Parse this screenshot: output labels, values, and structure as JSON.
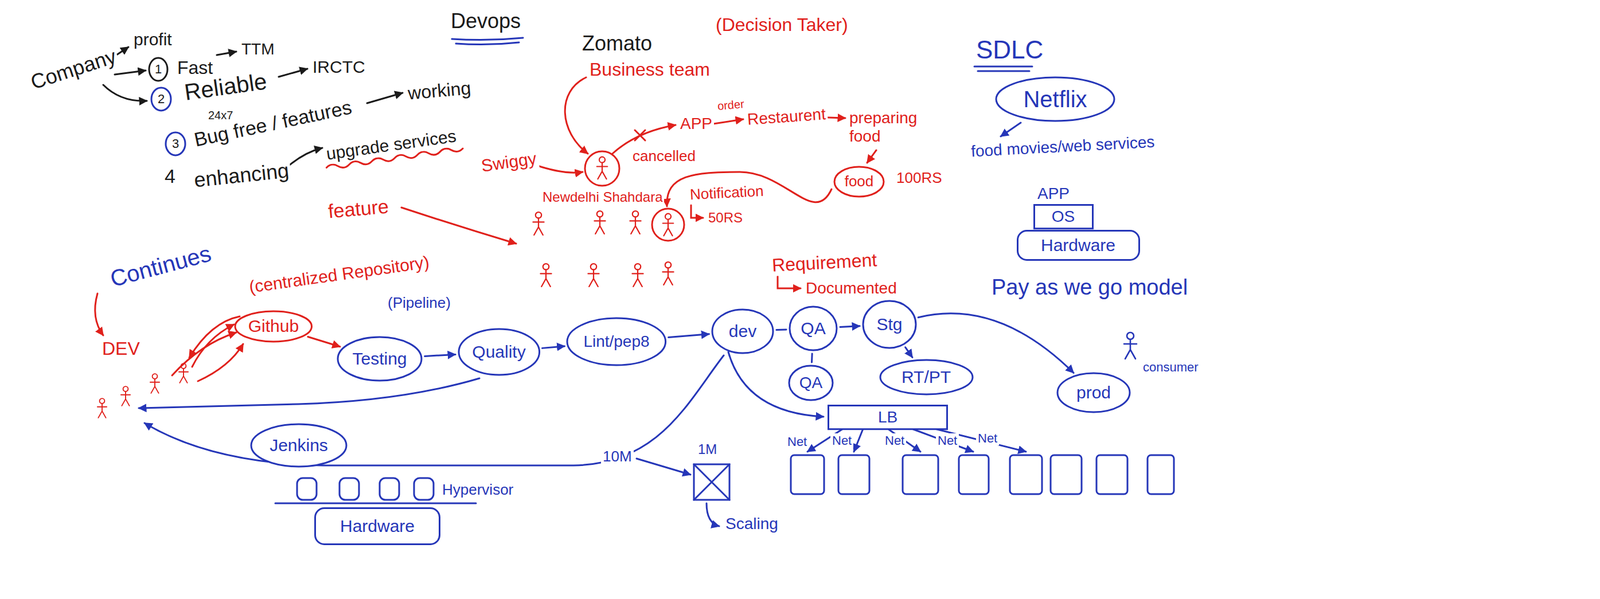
{
  "diagram": {
    "title": "Devops",
    "nodes": [
      {
        "text": [
          "1"
        ]
      },
      {
        "text": [
          "2"
        ]
      },
      {
        "text": [
          "3"
        ]
      },
      {
        "text": [
          "food"
        ]
      },
      {
        "text": [
          "Netflix"
        ]
      },
      {
        "text": [
          "OS"
        ]
      },
      {
        "text": [
          "Hardware"
        ]
      },
      {
        "text": [
          "Github"
        ]
      },
      {
        "text": [
          "Testing"
        ]
      },
      {
        "text": [
          "Quality"
        ]
      },
      {
        "text": [
          "Lint/pep8"
        ]
      },
      {
        "text": [
          "dev"
        ]
      },
      {
        "text": [
          "QA"
        ]
      },
      {
        "text": [
          "Stg"
        ]
      },
      {
        "text": [
          "QA"
        ]
      },
      {
        "text": [
          "RT/PT"
        ]
      },
      {
        "text": [
          "prod"
        ]
      },
      {
        "text": [
          "LB"
        ]
      },
      {
        "text": [
          "Jenkins"
        ]
      },
      {
        "text": [
          "Hardware"
        ]
      }
    ],
    "edges": [
      {
        "from": 7,
        "to": 8,
        "arrow": "to"
      },
      {
        "from": 8,
        "to": 9,
        "arrow": "to"
      },
      {
        "from": 9,
        "to": 10,
        "arrow": "to"
      },
      {
        "from": 10,
        "to": 11,
        "arrow": "to"
      },
      {
        "from": 11,
        "to": 12,
        "arrow": "none"
      },
      {
        "from": 12,
        "to": 13,
        "arrow": "to"
      },
      {
        "from": 12,
        "to": 14,
        "arrow": "none"
      },
      {
        "from": 13,
        "to": 15,
        "arrow": "to"
      },
      {
        "from": 13,
        "to": 16,
        "arrow": "to"
      }
    ],
    "labels": [
      "Company",
      "profit",
      "Fast",
      "TTM",
      "Reliable",
      "IRCTC",
      "24x7",
      "Bug free / features",
      "working",
      "4",
      "enhancing",
      "upgrade services",
      "Zomato",
      "Business team",
      "(Decision Taker)",
      "APP",
      "order",
      "Restaurent",
      "preparing food",
      "100RS",
      "Swiggy",
      "cancelled",
      "Newdelhi Shahdara",
      "Notification",
      "50RS",
      "feature",
      "SDLC",
      "food movies/web services",
      "APP",
      "Pay as we go model",
      "Continues",
      "(centralized Repository)",
      "(Pipeline)",
      "DEV",
      "Requirement",
      "Documented",
      "consumer",
      "Net",
      "Net",
      "Net",
      "Net",
      "Net",
      "Hypervisor",
      "10M",
      "1M",
      "Scaling"
    ]
  }
}
